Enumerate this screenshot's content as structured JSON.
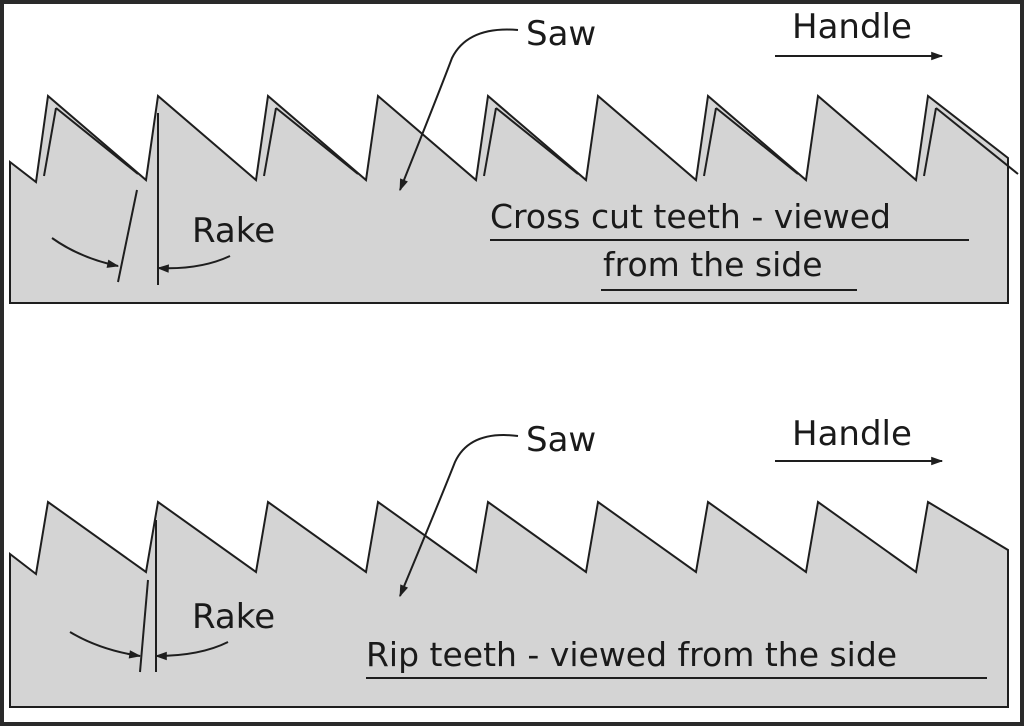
{
  "panels": [
    {
      "id": "crosscut",
      "saw_label": "Saw",
      "handle_label": "Handle",
      "rake_label": "Rake",
      "caption_lines": [
        "Cross cut teeth - viewed",
        "from the side"
      ],
      "teeth_count": 9,
      "beveled_teeth": true
    },
    {
      "id": "rip",
      "saw_label": "Saw",
      "handle_label": "Handle",
      "rake_label": "Rake",
      "caption_lines": [
        "Rip teeth - viewed from the side"
      ],
      "teeth_count": 9,
      "beveled_teeth": false
    }
  ],
  "colors": {
    "blade_fill": "#d4d4d4",
    "stroke": "#1e1e1e",
    "frame": "#2a2a2a",
    "background": "#ffffff"
  }
}
